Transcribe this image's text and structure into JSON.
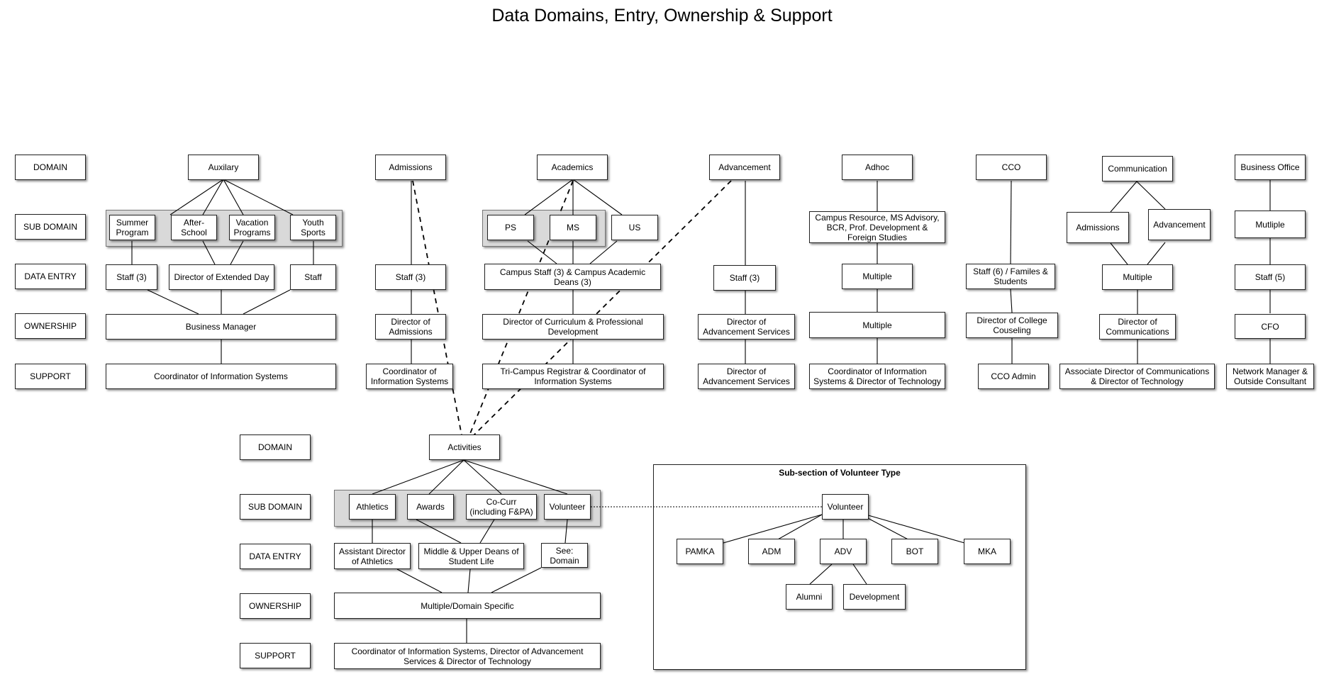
{
  "title": "Data Domains, Entry, Ownership & Support",
  "row_labels": {
    "domain": "DOMAIN",
    "sub_domain": "SUB DOMAIN",
    "data_entry": "DATA ENTRY",
    "ownership": "OWNERSHIP",
    "support": "SUPPORT"
  },
  "columns": {
    "auxilary": {
      "domain": "Auxilary",
      "sub_domains": [
        "Summer Program",
        "After-School",
        "Vacation Programs",
        "Youth Sports"
      ],
      "data_entry": [
        "Staff (3)",
        "Director of Extended Day",
        "Staff"
      ],
      "ownership": "Business Manager",
      "support": "Coordinator of Information Systems"
    },
    "admissions": {
      "domain": "Admissions",
      "data_entry": "Staff (3)",
      "ownership": "Director of Admissions",
      "support": "Coordinator of Information Systems"
    },
    "academics": {
      "domain": "Academics",
      "sub_domains": [
        "PS",
        "MS",
        "US"
      ],
      "data_entry": "Campus Staff (3) & Campus Academic Deans (3)",
      "ownership": "Director of Curriculum & Professional Development",
      "support": "Tri-Campus Registrar & Coordinator of Information Systems"
    },
    "advancement": {
      "domain": "Advancement",
      "data_entry": "Staff (3)",
      "ownership": "Director of Advancement Services",
      "support": "Director of Advancement Services"
    },
    "adhoc": {
      "domain": "Adhoc",
      "sub_domain": "Campus Resource, MS Advisory, BCR, Prof. Development & Foreign Studies",
      "data_entry": "Multiple",
      "ownership": "Multiple",
      "support": "Coordinator of Information Systems & Director of Technology"
    },
    "cco": {
      "domain": "CCO",
      "data_entry": "Staff (6) / Familes & Students",
      "ownership": "Director of College Couseling",
      "support": "CCO Admin"
    },
    "communication": {
      "domain": "Communication",
      "sub_domains": [
        "Admissions",
        "Advancement"
      ],
      "data_entry": "Multiple",
      "ownership": "Director of Communications",
      "support": "Associate Director of Communications & Director of Technology"
    },
    "business_office": {
      "domain": "Business Office",
      "sub_domain": "Mutliple",
      "data_entry": "Staff (5)",
      "ownership": "CFO",
      "support": "Network Manager & Outside Consultant"
    },
    "activities": {
      "domain": "Activities",
      "sub_domains": [
        "Athletics",
        "Awards",
        "Co-Curr (including F&PA)",
        "Volunteer"
      ],
      "data_entry": [
        "Assistant Director of Athletics",
        "Middle & Upper Deans of Student Life",
        "See: Domain"
      ],
      "ownership": "Multiple/Domain Specific",
      "support": "Coordinator of Information Systems, Director of Advancement Services & Director of Technology"
    }
  },
  "volunteer_subsection": {
    "title": "Sub-section of Volunteer Type",
    "root": "Volunteer",
    "children": [
      "PAMKA",
      "ADM",
      "ADV",
      "BOT",
      "MKA"
    ],
    "adv_children": [
      "Alumni",
      "Development"
    ]
  }
}
